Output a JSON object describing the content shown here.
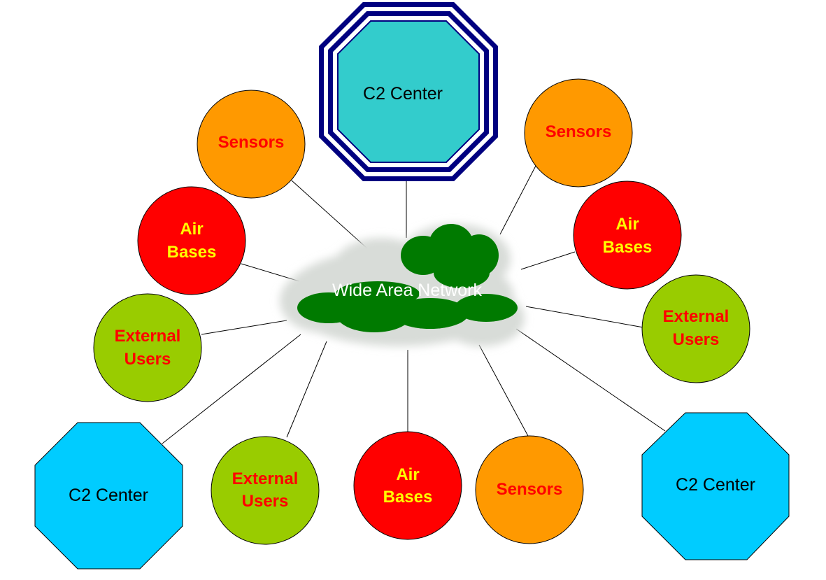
{
  "diagram": {
    "hub": {
      "label": "Wide Area Network",
      "fill": "#007a00",
      "halo": "#d8dcd8"
    },
    "colors": {
      "sensors": "#ff9900",
      "air_bases": "#ff0000",
      "external_users": "#99cc00",
      "c2_main": "#33cccc",
      "c2_other": "#00ccff",
      "c2_main_border": "#000080",
      "text_red": "#ff0000",
      "text_yellow": "#ffff00"
    },
    "nodes": {
      "c2_top": {
        "label": "C2 Center"
      },
      "sensors_tl": {
        "label": "Sensors"
      },
      "sensors_tr": {
        "label": "Sensors"
      },
      "sensors_b": {
        "label": "Sensors"
      },
      "air_l": {
        "line1": "Air",
        "line2": "Bases"
      },
      "air_r": {
        "line1": "Air",
        "line2": "Bases"
      },
      "air_b": {
        "line1": "Air",
        "line2": "Bases"
      },
      "ext_l": {
        "line1": "External",
        "line2": "Users"
      },
      "ext_r": {
        "line1": "External",
        "line2": "Users"
      },
      "ext_b": {
        "line1": "External",
        "line2": "Users"
      },
      "c2_bl": {
        "label": "C2 Center"
      },
      "c2_br": {
        "label": "C2 Center"
      }
    }
  }
}
